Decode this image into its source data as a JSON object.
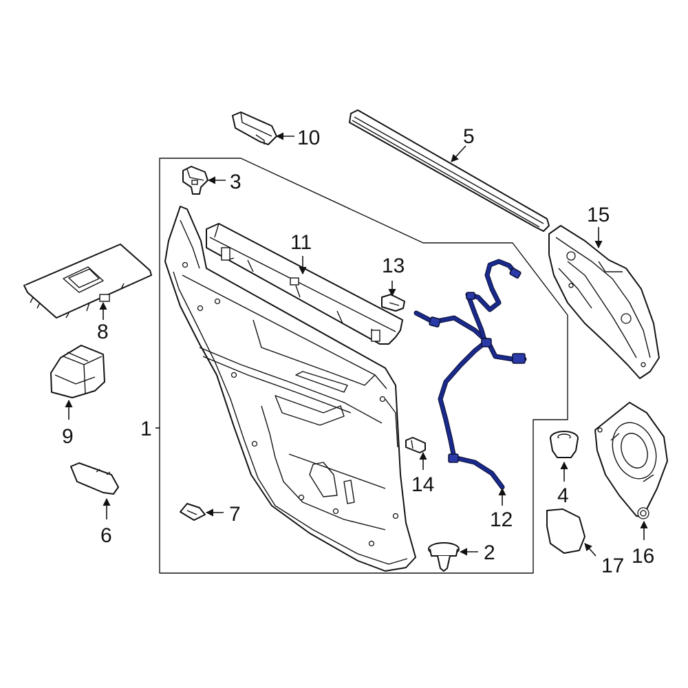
{
  "callouts": {
    "c1": "1",
    "c2": "2",
    "c3": "3",
    "c4": "4",
    "c5": "5",
    "c6": "6",
    "c7": "7",
    "c8": "8",
    "c9": "9",
    "c10": "10",
    "c11": "11",
    "c12": "12",
    "c13": "13",
    "c14": "14",
    "c15": "15",
    "c16": "16",
    "c17": "17"
  },
  "colors": {
    "line": "#111111",
    "harness": "#1a2a8c",
    "background": "#ffffff"
  }
}
